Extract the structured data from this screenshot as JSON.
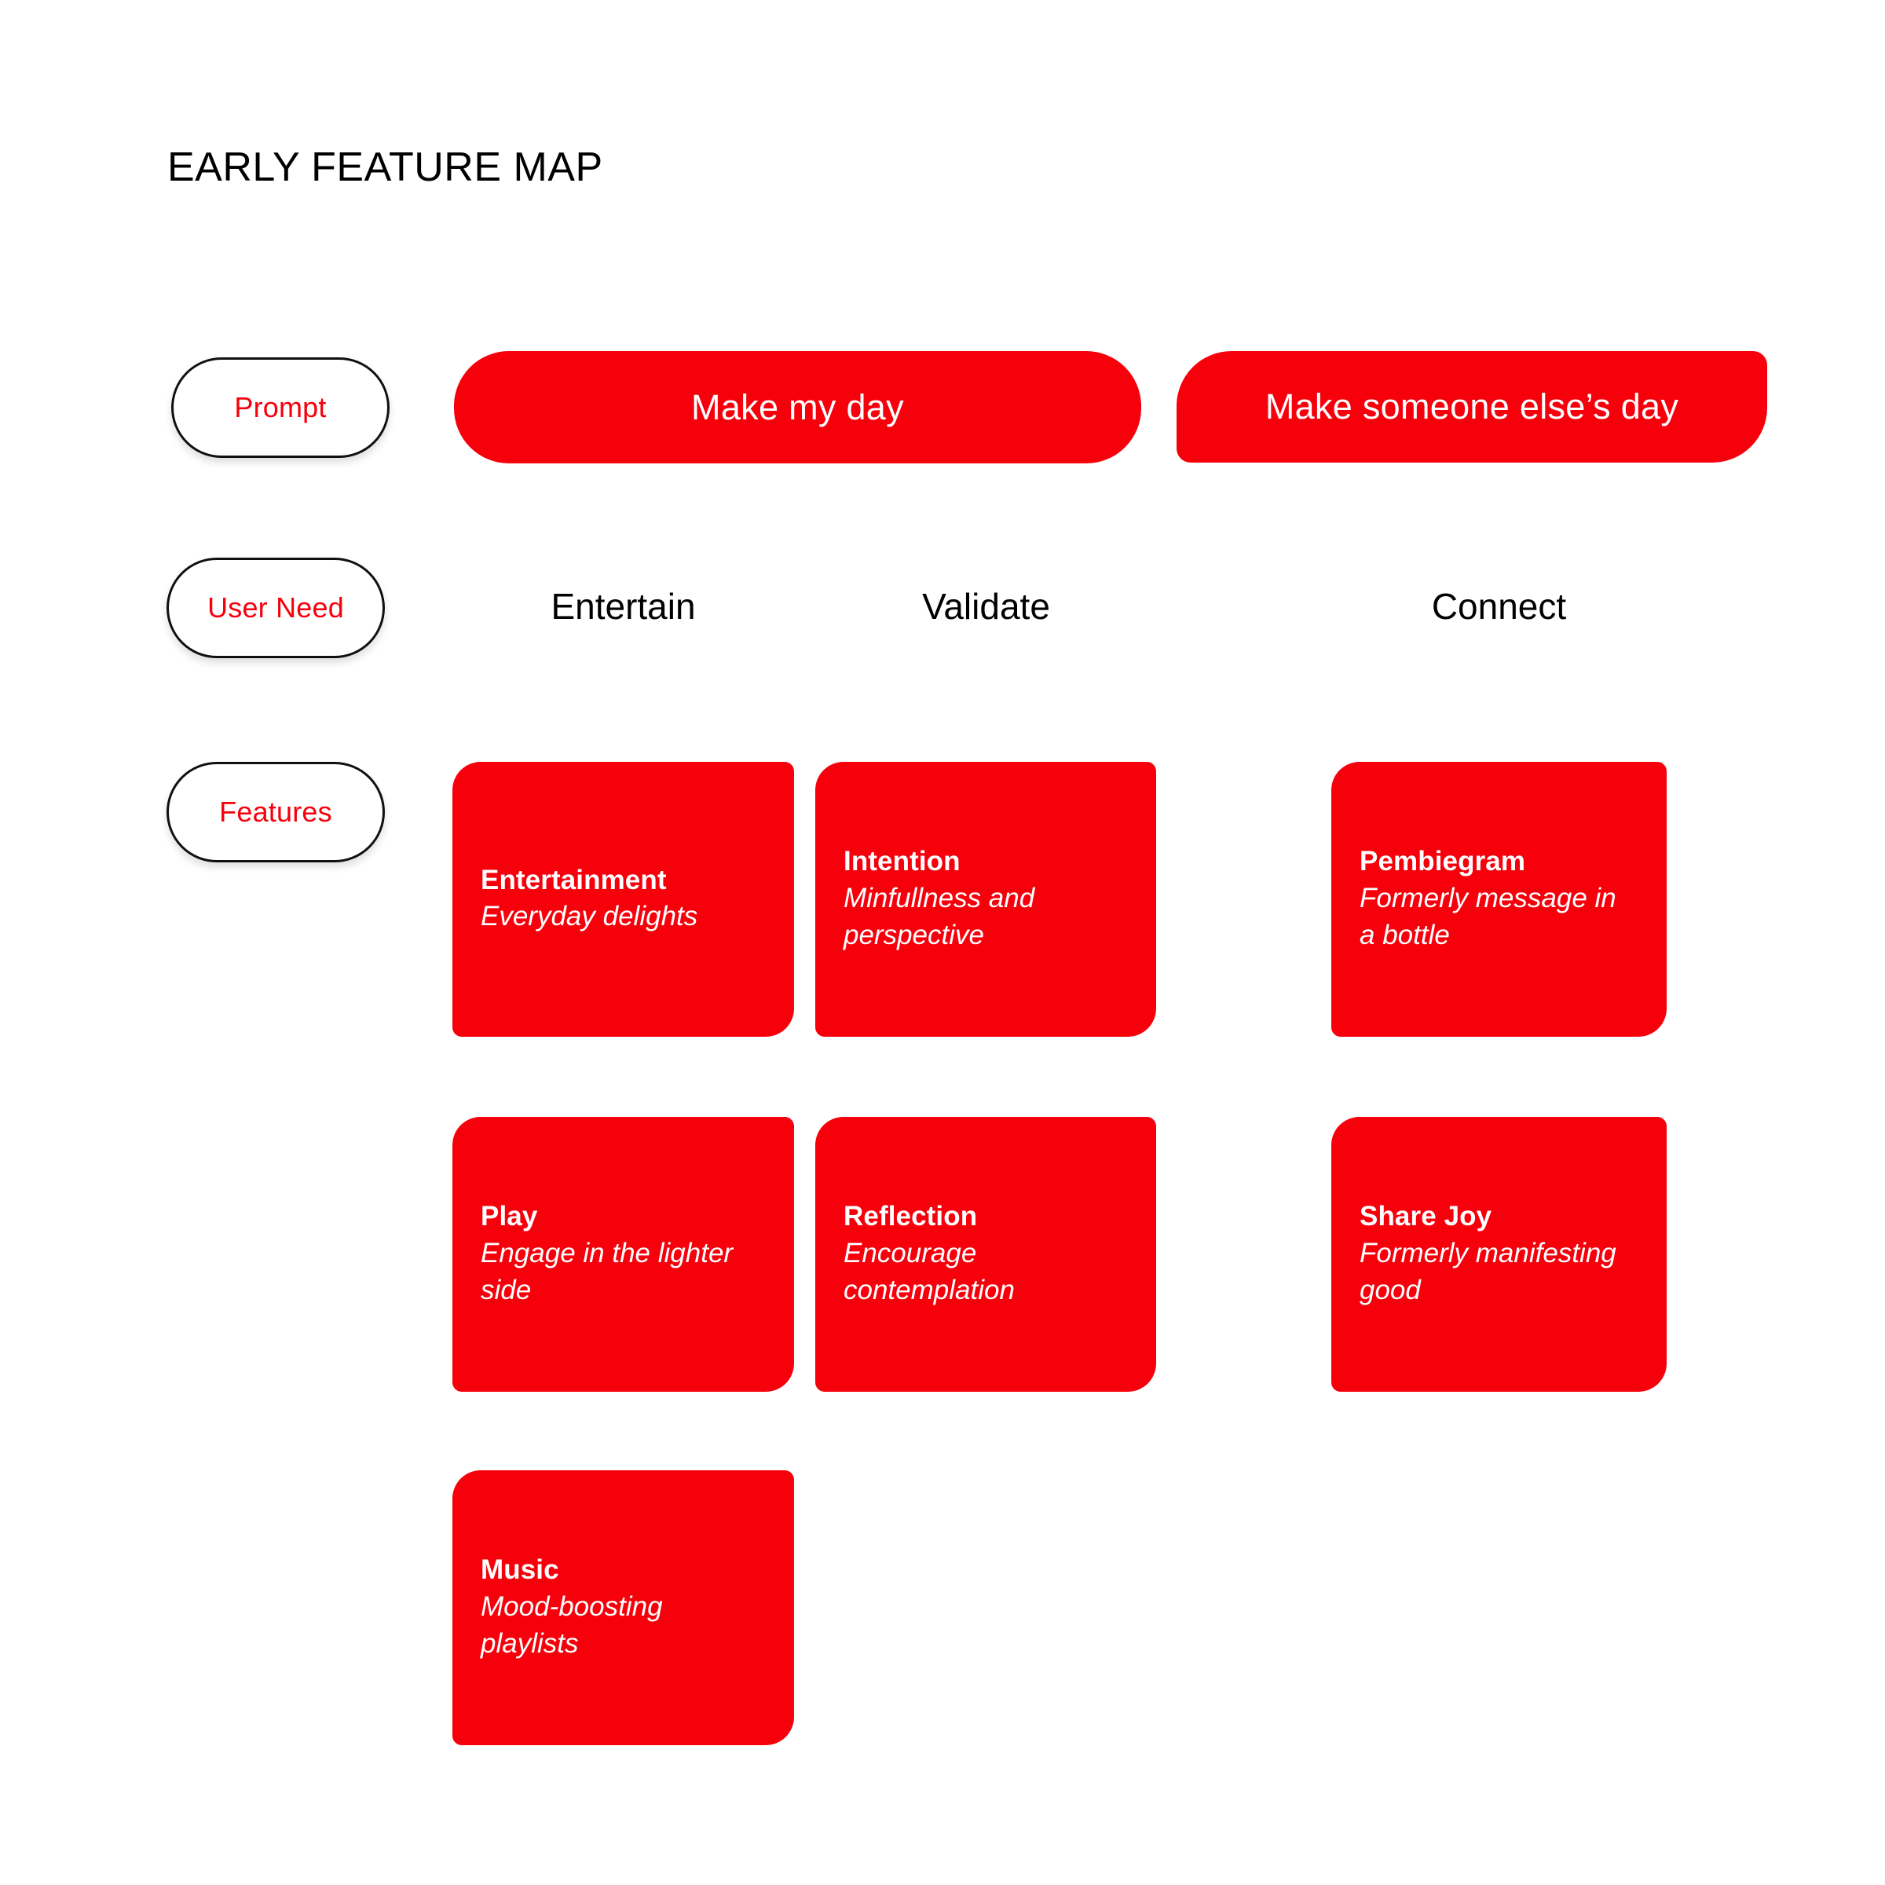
{
  "page": {
    "title": "EARLY FEATURE MAP",
    "background_color": "#FFFFFF",
    "accent_color": "#F5000B",
    "text_color": "#000000",
    "card_text_color": "#FFFFFF"
  },
  "row_labels": [
    {
      "label": "Prompt"
    },
    {
      "label": "User Need"
    },
    {
      "label": "Features"
    }
  ],
  "prompts": [
    {
      "label": "Make my day"
    },
    {
      "label": "Make someone else’s day"
    }
  ],
  "user_needs": [
    {
      "label": "Entertain"
    },
    {
      "label": "Validate"
    },
    {
      "label": "Connect"
    }
  ],
  "features": {
    "entertain": [
      {
        "title": "Entertainment",
        "desc": "Everyday delights"
      },
      {
        "title": "Play",
        "desc": "Engage in the lighter side"
      },
      {
        "title": "Music",
        "desc": "Mood-boosting playlists"
      }
    ],
    "validate": [
      {
        "title": "Intention",
        "desc": "Minfullness and perspective"
      },
      {
        "title": "Reflection",
        "desc": "Encourage contemplation"
      }
    ],
    "connect": [
      {
        "title": "Pembiegram",
        "desc": "Formerly message in a bottle"
      },
      {
        "title": "Share Joy",
        "desc": "Formerly manifesting good"
      }
    ]
  }
}
